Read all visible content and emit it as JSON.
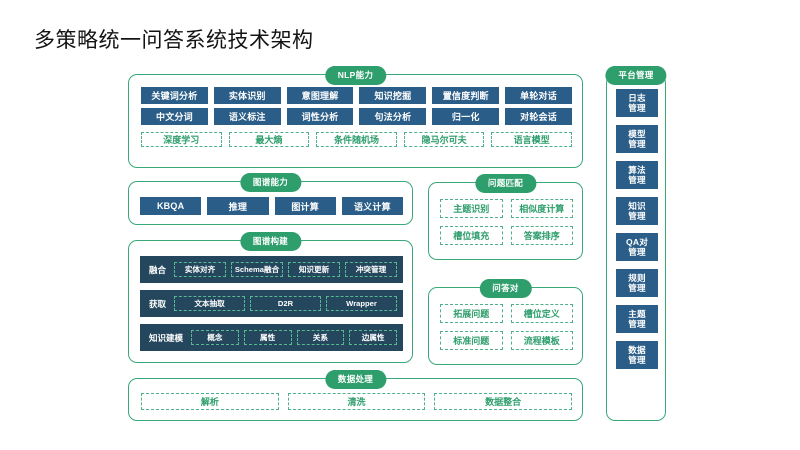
{
  "title": "多策略统一问答系统技术架构",
  "theme": {
    "green": "#2e9e6c",
    "green_border": "#3aa97a",
    "blue": "#2a5d87",
    "band_navy": "#24475e",
    "background": "#ffffff"
  },
  "sections": {
    "nlp": {
      "header": "NLP能力",
      "row1": [
        "关键词分析",
        "实体识别",
        "意图理解",
        "知识挖掘",
        "置信度判断",
        "单轮对话"
      ],
      "row2": [
        "中文分词",
        "语义标注",
        "词性分析",
        "句法分析",
        "归一化",
        "对轮会话"
      ],
      "models": [
        "深度学习",
        "最大熵",
        "条件随机场",
        "隐马尔可夫",
        "语言模型"
      ]
    },
    "graph_capability": {
      "header": "图谱能力",
      "items": [
        "KBQA",
        "推理",
        "图计算",
        "语义计算"
      ]
    },
    "graph_build": {
      "header": "图谱构建",
      "bands": [
        {
          "label": "融合",
          "items": [
            "实体对齐",
            "Schema融合",
            "知识更新",
            "冲突管理"
          ]
        },
        {
          "label": "获取",
          "items": [
            "文本抽取",
            "D2R",
            "Wrapper"
          ]
        },
        {
          "label": "知识建模",
          "items": [
            "概念",
            "属性",
            "关系",
            "边属性"
          ]
        }
      ]
    },
    "question_match": {
      "header": "问题匹配",
      "items": [
        "主题识别",
        "相似度计算",
        "槽位填充",
        "答案排序"
      ]
    },
    "qa_pair": {
      "header": "问答对",
      "items": [
        "拓展问题",
        "槽位定义",
        "标准问题",
        "流程模板"
      ]
    },
    "data_process": {
      "header": "数据处理",
      "items": [
        "解析",
        "清洗",
        "数据整合"
      ]
    },
    "platform": {
      "header": "平台管理",
      "items": [
        {
          "line1": "日志",
          "line2": "管理"
        },
        {
          "line1": "模型",
          "line2": "管理"
        },
        {
          "line1": "算法",
          "line2": "管理"
        },
        {
          "line1": "知识",
          "line2": "管理"
        },
        {
          "line1": "QA对",
          "line2": "管理"
        },
        {
          "line1": "规则",
          "line2": "管理"
        },
        {
          "line1": "主题",
          "line2": "管理"
        },
        {
          "line1": "数据",
          "line2": "管理"
        }
      ]
    }
  }
}
